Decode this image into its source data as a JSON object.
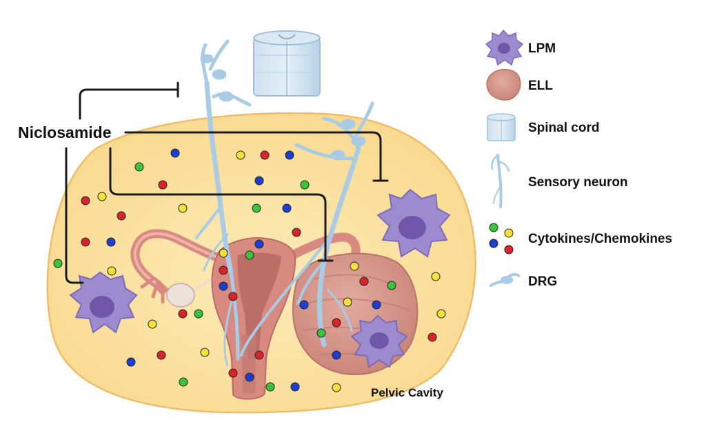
{
  "drug_label": "Niclosamide",
  "cavity_label": "Pelvic Cavity",
  "legend": [
    {
      "label": "LPM",
      "icon": "macrophage-icon"
    },
    {
      "label": "ELL",
      "icon": "lesion-icon"
    },
    {
      "label": "Spinal cord",
      "icon": "spinal-cord-icon"
    },
    {
      "label": "Sensory neuron",
      "icon": "sensory-neuron-icon"
    },
    {
      "label": "Cytokines/Chemokines",
      "icon": "cytokine-dots-icon"
    },
    {
      "label": "DRG",
      "icon": "drg-icon"
    }
  ],
  "colors": {
    "cavity_fill": "#fbe3a6",
    "cavity_stroke": "#eebc6a",
    "macrophage": "#9d8bd0",
    "lesion": "#d99a8e",
    "uterus": "#d98a80",
    "neuron": "#a9cbe6",
    "cytokine_green": "#3cc43c",
    "cytokine_yellow": "#f2e23a",
    "cytokine_red": "#d8242a",
    "cytokine_blue": "#1c3fd0",
    "inhibition_line": "#1a1a1a"
  }
}
